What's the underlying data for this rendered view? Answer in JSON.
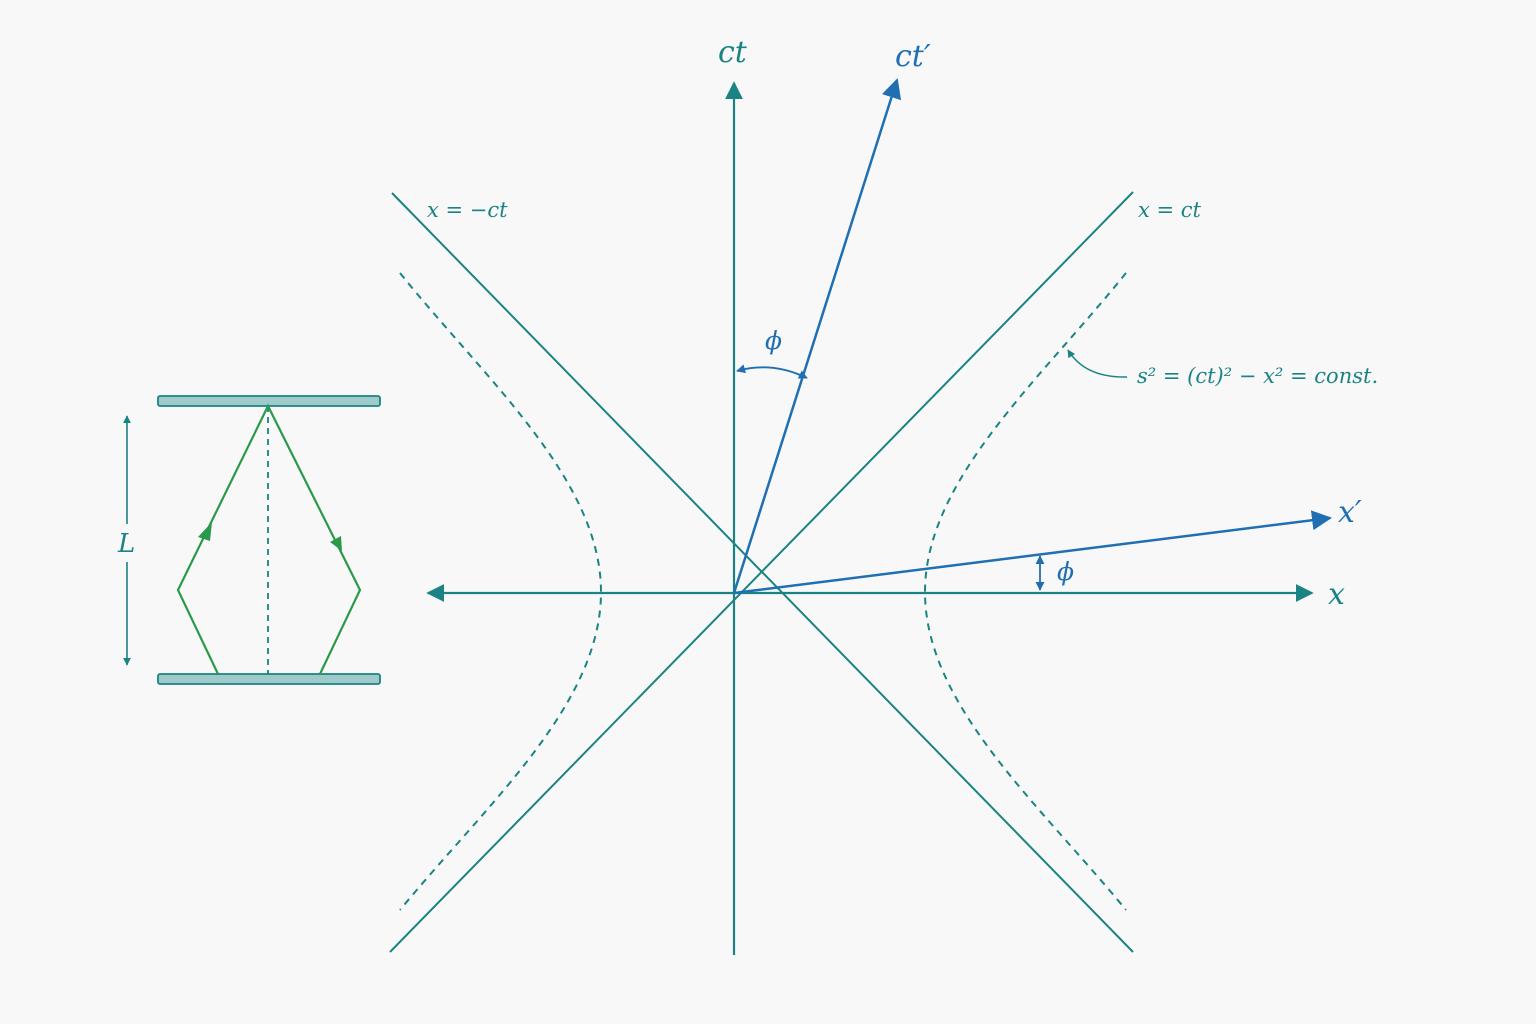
{
  "colors": {
    "background": "#f8f8f8",
    "teal": "#1b8383",
    "blue": "#1f6fb2",
    "green": "#2a9a4a",
    "mirror_fill": "#9ecbca"
  },
  "axes": {
    "ct_label": "ct",
    "ct_prime_label": "ct′",
    "x_label": "x",
    "x_prime_label": "x′"
  },
  "light_lines": {
    "left_label": "x = −ct",
    "right_label": "x = ct"
  },
  "angles": {
    "top_phi": "ϕ",
    "bottom_phi": "ϕ"
  },
  "hyperbola": {
    "label": "s² = (ct)² − x² = const."
  },
  "light_clock": {
    "length_label": "L"
  }
}
